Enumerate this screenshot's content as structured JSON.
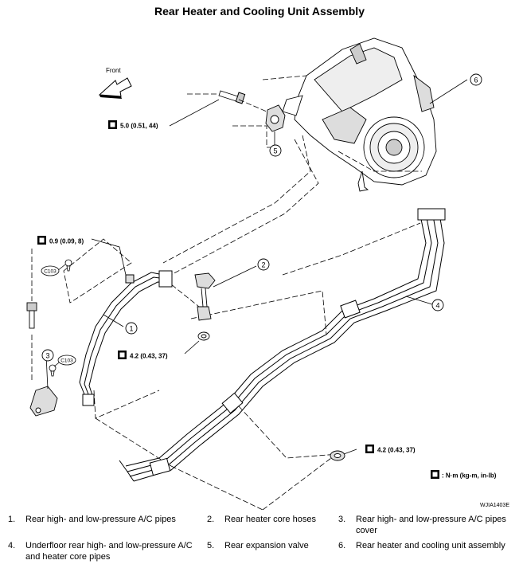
{
  "title": "Rear Heater and Cooling Unit Assembly",
  "front_label": "Front",
  "callouts": [
    "1",
    "2",
    "3",
    "4",
    "5",
    "6"
  ],
  "connectors": [
    "C103",
    "C103"
  ],
  "torques": [
    {
      "value": "5.0 (0.51, 44)"
    },
    {
      "value": "0.9 (0.09, 8)"
    },
    {
      "value": "4.2 (0.43, 37)"
    },
    {
      "value": "4.2 (0.43, 37)"
    }
  ],
  "unit_legend": ": N·m (kg-m, in-lb)",
  "figure_code": "WJIA1403E",
  "legend": [
    {
      "num": "1.",
      "text": "Rear high- and low-pressure A/C pipes"
    },
    {
      "num": "2.",
      "text": "Rear heater core hoses"
    },
    {
      "num": "3.",
      "text": "Rear high- and low-pressure A/C pipes cover"
    },
    {
      "num": "4.",
      "text": "Underfloor rear high- and low-pressure A/C and heater core pipes"
    },
    {
      "num": "5.",
      "text": "Rear expansion valve"
    },
    {
      "num": "6.",
      "text": "Rear heater and cooling unit assembly"
    }
  ]
}
